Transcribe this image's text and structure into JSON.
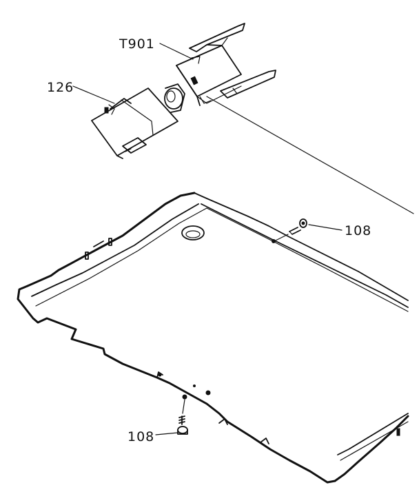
{
  "labels": {
    "transformer": "T901",
    "part_126": "126",
    "screw_top": "108",
    "screw_bottom": "108"
  },
  "colors": {
    "ink": "#111111",
    "background": "#ffffff"
  }
}
